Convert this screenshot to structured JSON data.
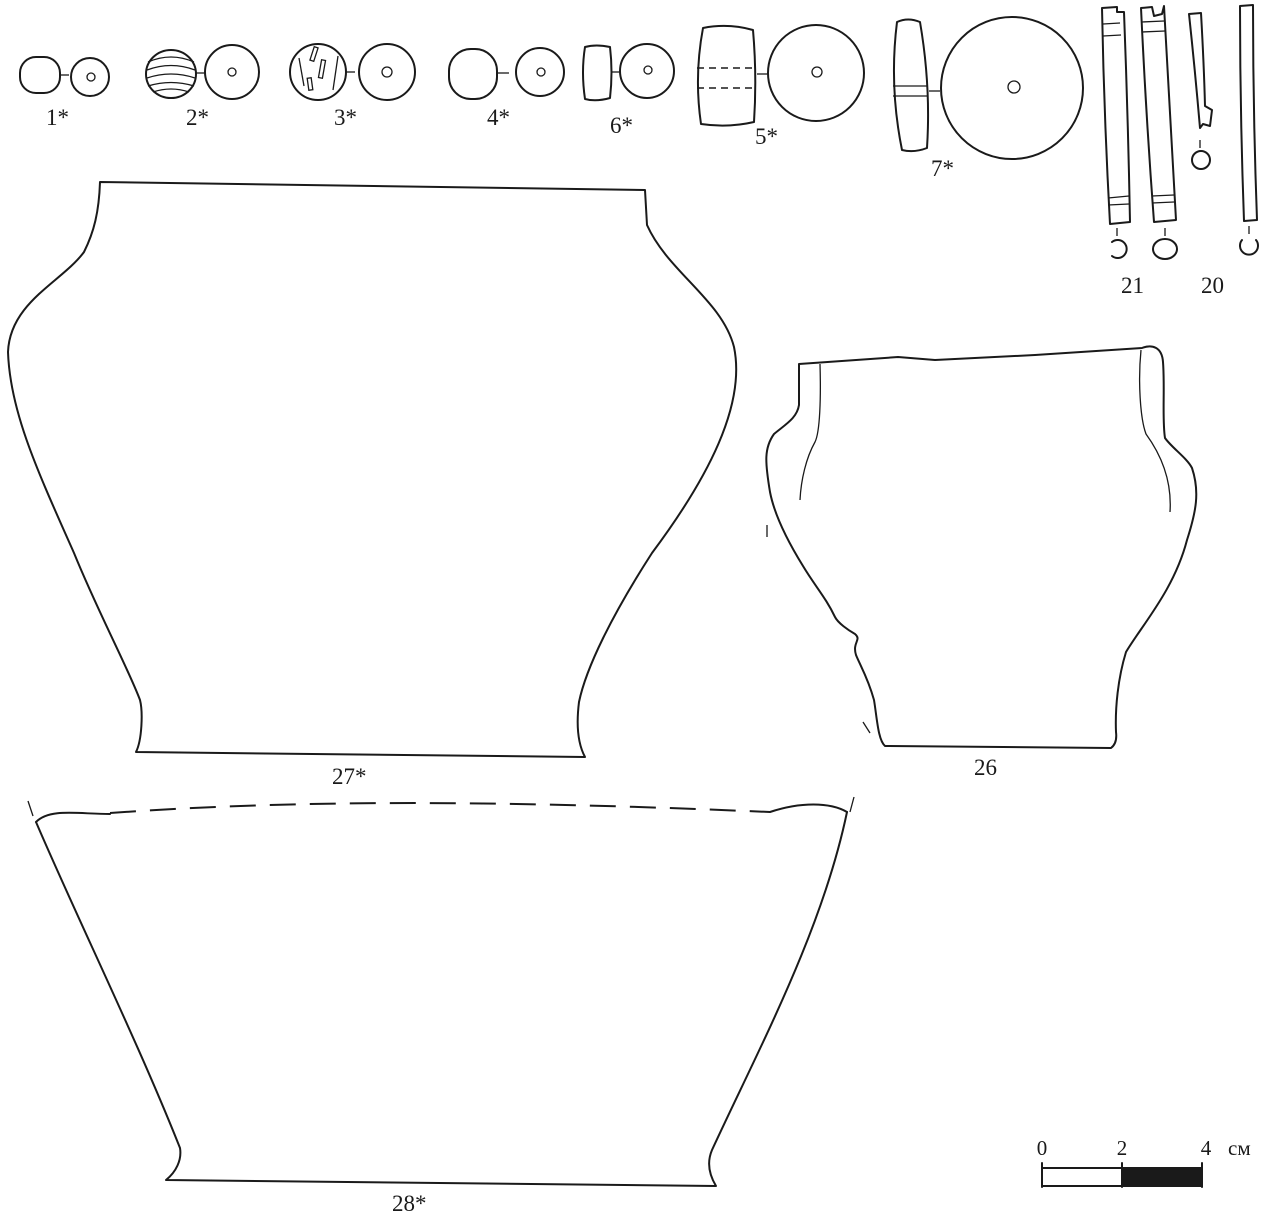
{
  "figure": {
    "labels": {
      "bead_1": "1*",
      "bead_2": "2*",
      "bead_3": "3*",
      "bead_4": "4*",
      "bead_6": "6*",
      "bead_5": "5*",
      "bead_7": "7*",
      "tubes_21": "21",
      "tubes_20": "20",
      "vessel_27": "27*",
      "vessel_26": "26",
      "vessel_28": "28*"
    },
    "scale_bar": {
      "tick_0": "0",
      "tick_2": "2",
      "tick_4": "4",
      "unit": "см"
    }
  }
}
